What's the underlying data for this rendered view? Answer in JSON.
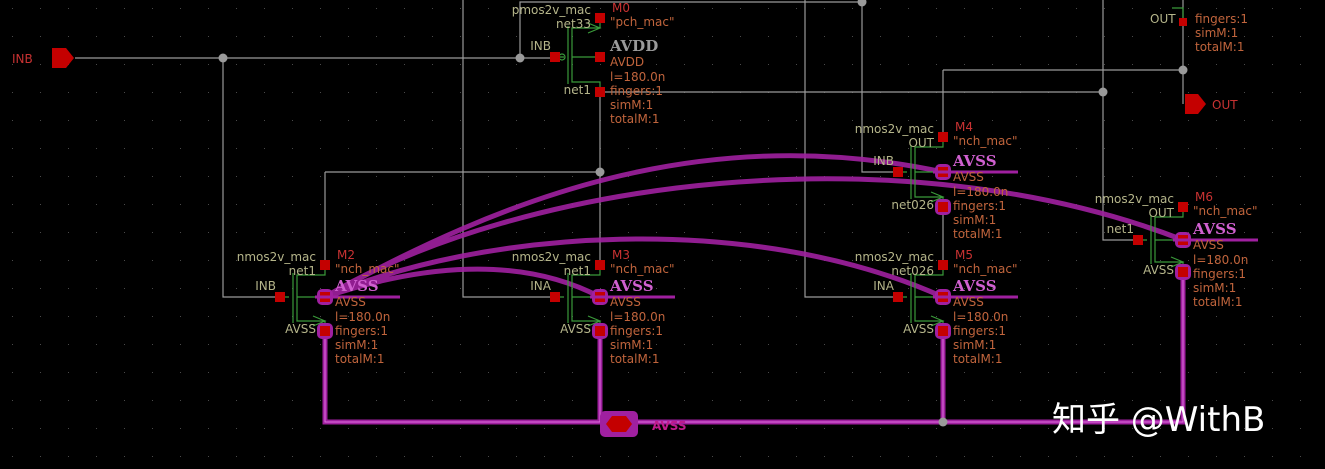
{
  "colors": {
    "background": "#000000",
    "wire": "#9a9a9a",
    "device": "#3a9a3a",
    "pin": "#c40000",
    "avss_net": "#a020a0",
    "cell_text": "#b5b58a",
    "param_text": "#c0643c"
  },
  "pins": {
    "inb": "INB",
    "out": "OUT",
    "avss": "AVSS"
  },
  "devices": [
    {
      "id": "M0",
      "cell": "pmos2v_mac",
      "model": "\"pch_mac\"",
      "type": "pmos",
      "bulk_big": "AVDD",
      "bulk": "AVDD",
      "drain": "net33",
      "gate": "INB",
      "source": "net1",
      "params": [
        "l=180.0n",
        "fingers:1",
        "simM:1",
        "totalM:1"
      ]
    },
    {
      "id": "M2",
      "cell": "nmos2v_mac",
      "model": "\"nch_mac\"",
      "type": "nmos",
      "bulk_big": "AVSS",
      "bulk": "AVSS",
      "drain": "net1",
      "gate": "INB",
      "source": "AVSS",
      "params": [
        "l=180.0n",
        "fingers:1",
        "simM:1",
        "totalM:1"
      ]
    },
    {
      "id": "M3",
      "cell": "nmos2v_mac",
      "model": "\"nch_mac\"",
      "type": "nmos",
      "bulk_big": "AVSS",
      "bulk": "AVSS",
      "drain": "net1",
      "gate": "INA",
      "source": "AVSS",
      "params": [
        "l=180.0n",
        "fingers:1",
        "simM:1",
        "totalM:1"
      ]
    },
    {
      "id": "M4",
      "cell": "nmos2v_mac",
      "model": "\"nch_mac\"",
      "type": "nmos",
      "bulk_big": "AVSS",
      "bulk": "AVSS",
      "drain": "OUT",
      "gate": "INB",
      "source": "net026",
      "params": [
        "l=180.0n",
        "fingers:1",
        "simM:1",
        "totalM:1"
      ]
    },
    {
      "id": "M5",
      "cell": "nmos2v_mac",
      "model": "\"nch_mac\"",
      "type": "nmos",
      "bulk_big": "AVSS",
      "bulk": "AVSS",
      "drain": "net026",
      "gate": "INA",
      "source": "AVSS",
      "params": [
        "l=180.0n",
        "fingers:1",
        "simM:1",
        "totalM:1"
      ]
    },
    {
      "id": "M6",
      "cell": "nmos2v_mac",
      "model": "\"nch_mac\"",
      "type": "nmos",
      "bulk_big": "AVSS",
      "bulk": "AVSS",
      "drain": "OUT",
      "gate": "net1",
      "source": "AVSS",
      "params": [
        "l=180.0n",
        "fingers:1",
        "simM:1",
        "totalM:1"
      ]
    }
  ],
  "partial_device": {
    "source": "OUT",
    "params": [
      "fingers:1",
      "simM:1",
      "totalM:1"
    ]
  },
  "watermark": "知乎 @WithB"
}
